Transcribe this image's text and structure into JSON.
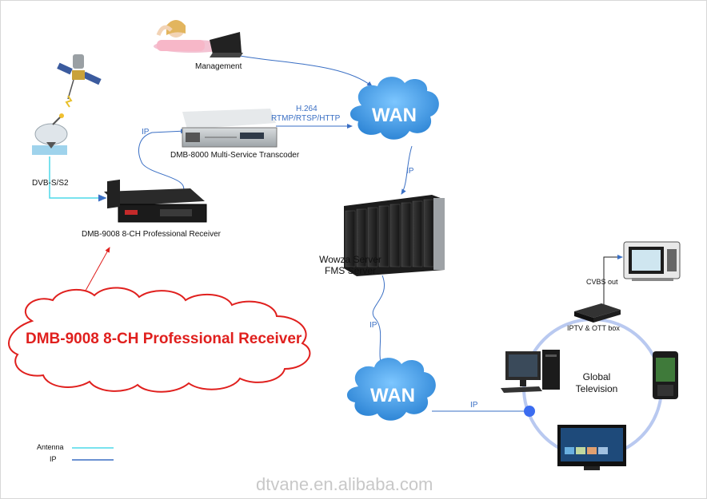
{
  "labels": {
    "management": "Management",
    "dvb": "DVB-S/S2",
    "transcoder": "DMB-8000 Multi-Service Transcoder",
    "receiver": "DMB-9008 8-CH Professional Receiver",
    "h264": "H.264",
    "protocols": "RTMP/RTSP/HTTP",
    "ip_top_left": "IP",
    "ip_wan_down": "IP",
    "wowza": "Wowza Server",
    "fms": "FMS Server",
    "ip_server_down": "IP",
    "ip_bottom": "IP",
    "wan_top": "WAN",
    "wan_bottom": "WAN",
    "cvbs": "CVBS out",
    "iptv_box": "IPTV & OTT box",
    "global_line1": "Global",
    "global_line2": "Television",
    "callout": "DMB-9008 8-CH Professional Receiver",
    "watermark": "dtvane.en.alibaba.com"
  },
  "legend": {
    "antenna": "Antenna",
    "ip": "IP"
  },
  "colors": {
    "ip_line": "#3a6fc4",
    "antenna_line": "#4dd8e8",
    "wan_cloud": "#4aa0e8",
    "ring": "#b9c9f0",
    "callout_red": "#e0201e"
  }
}
